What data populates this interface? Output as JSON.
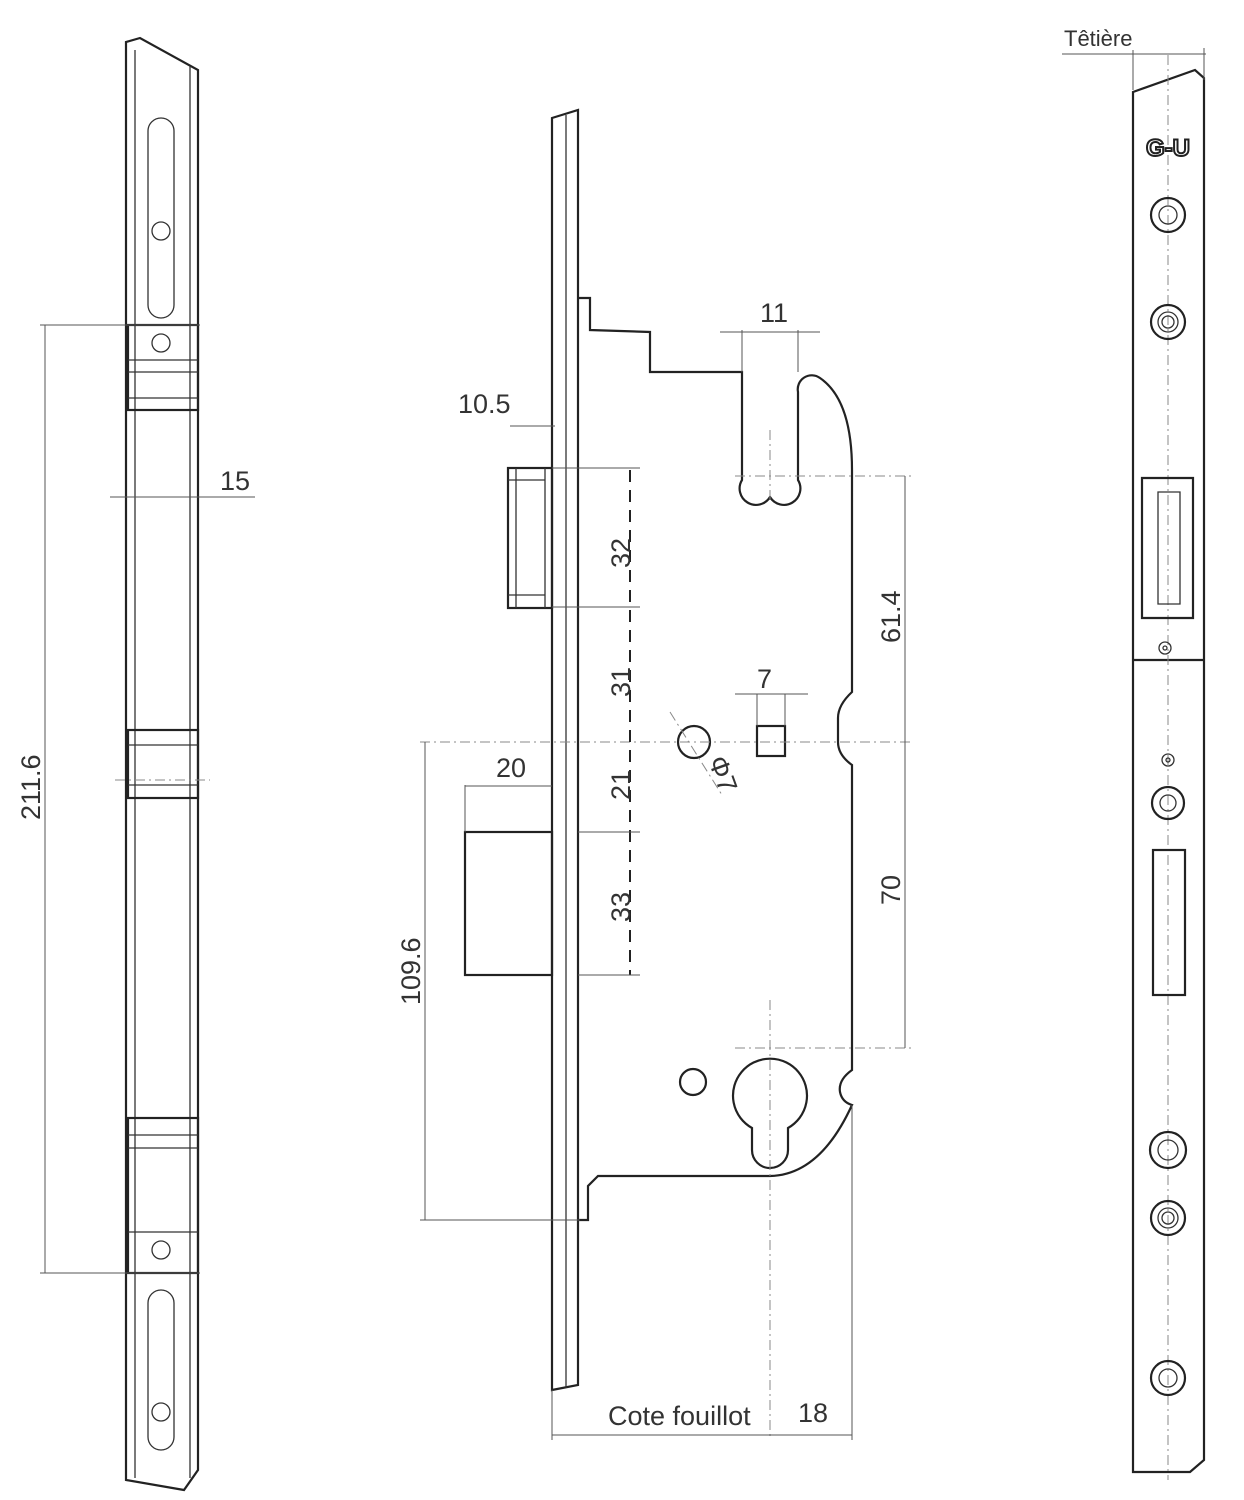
{
  "drawing": {
    "side_view": {
      "dim_total_length": "211.6",
      "dim_width": "15"
    },
    "lock_body": {
      "dim_hook_width": "11",
      "dim_faceplate_thickness": "10.5",
      "dim_latch_height": "32",
      "dim_latch_to_follower": "31",
      "dim_follower_to_bolt": "21",
      "dim_bolt_height": "33",
      "dim_upper_spacing": "61.4",
      "dim_lower_spacing": "70",
      "dim_square": "7",
      "dim_hole_diameter": "Φ7",
      "dim_bolt_throw": "20",
      "dim_bottom_length": "109.6",
      "dim_backset_label": "Cote fouillot",
      "dim_backset_extra": "18"
    },
    "faceplate_view": {
      "label": "Têtière",
      "logo": "G-U"
    }
  }
}
